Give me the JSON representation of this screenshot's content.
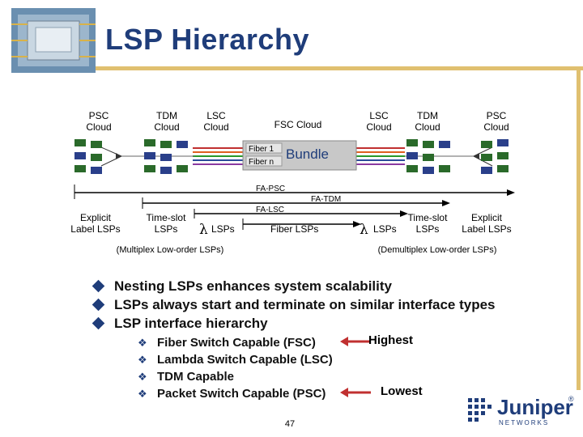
{
  "slide": {
    "title": "LSP Hierarchy",
    "page_number": "47"
  },
  "diagram": {
    "clouds_left": [
      {
        "line1": "PSC",
        "line2": "Cloud"
      },
      {
        "line1": "TDM",
        "line2": "Cloud"
      },
      {
        "line1": "LSC",
        "line2": "Cloud"
      }
    ],
    "fsc_cloud": "FSC Cloud",
    "clouds_right": [
      {
        "line1": "LSC",
        "line2": "Cloud"
      },
      {
        "line1": "TDM",
        "line2": "Cloud"
      },
      {
        "line1": "PSC",
        "line2": "Cloud"
      }
    ],
    "fiber1": "Fiber 1",
    "fibern": "Fiber n",
    "bundle": "Bundle",
    "fa_psc": "FA-PSC",
    "fa_tdm": "FA-TDM",
    "fa_lsc": "FA-LSC",
    "left_labels": {
      "explicit": [
        "Explicit",
        "Label LSPs"
      ],
      "timeslot": [
        "Time-slot",
        "LSPs"
      ],
      "lambda": "λ",
      "lambda_lsps": "LSPs"
    },
    "fiber_lsps": "Fiber LSPs",
    "right_labels": {
      "lambda": "λ",
      "lambda_lsps": "LSPs",
      "timeslot": [
        "Time-slot",
        "LSPs"
      ],
      "explicit": [
        "Explicit",
        "Label LSPs"
      ]
    },
    "multiplex": "(Multiplex Low-order LSPs)",
    "demultiplex": "(Demultiplex Low-order LSPs)"
  },
  "bullets": [
    "Nesting LSPs enhances system scalability",
    "LSPs always start and terminate on similar interface types",
    "LSP interface hierarchy"
  ],
  "sub_bullets": [
    "Fiber Switch Capable (FSC)",
    "Lambda Switch Capable (LSC)",
    "TDM Capable",
    "Packet Switch Capable (PSC)"
  ],
  "scale": {
    "highest": "Highest",
    "lowest": "Lowest"
  },
  "logo": {
    "text": "Juniper",
    "sub": "NETWORKS",
    "reg": "®"
  },
  "colors": {
    "title": "#1f3d7a",
    "accent_bar": "#e0c070",
    "router_green": "#3a7a3a",
    "router_blue": "#2a3f8a",
    "arrow_bullet": "#1f3d7a"
  }
}
